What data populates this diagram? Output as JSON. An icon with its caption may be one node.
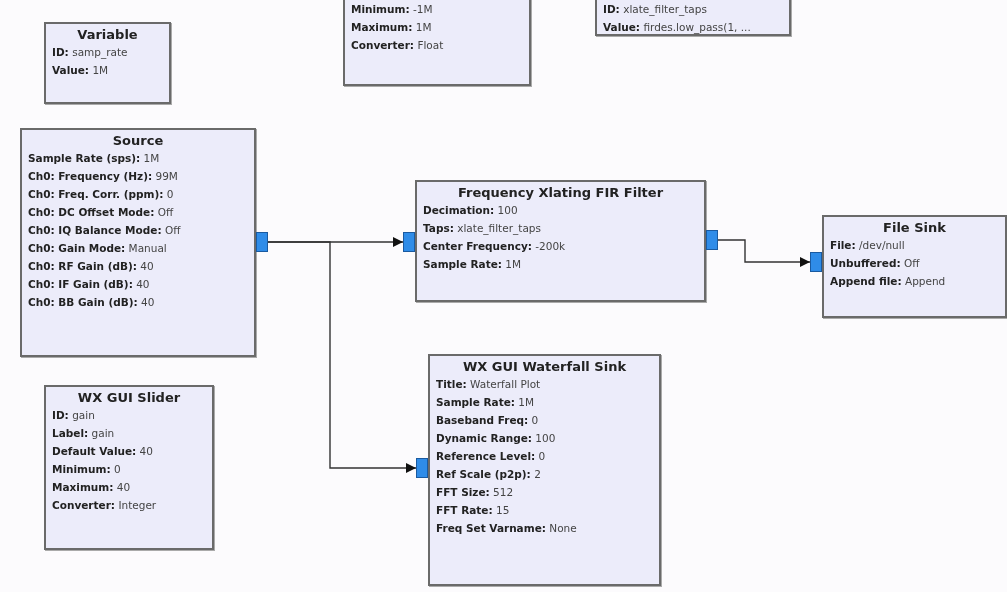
{
  "diagram": {
    "nodes": [
      {
        "text": [
          "Variable",
          "**ID:** samp_rate",
          "**Value:** 1M"
        ]
      },
      {
        "text": [
          "**Minimum:** -1M",
          "**Maximum:** 1M",
          "**Converter:** Float"
        ]
      },
      {
        "text": [
          "**ID:** xlate_filter_taps",
          "**Value:** firdes.low_pass(1, ..."
        ]
      },
      {
        "text": [
          "Source",
          "**Sample Rate (sps):** 1M",
          "**Ch0: Frequency (Hz):** 99M",
          "**Ch0: Freq. Corr. (ppm):** 0",
          "**Ch0: DC Offset Mode:** Off",
          "**Ch0: IQ Balance Mode:** Off",
          "**Ch0: Gain Mode:** Manual",
          "**Ch0: RF Gain (dB):** 40",
          "**Ch0: IF Gain (dB):** 40",
          "**Ch0: BB Gain (dB):** 40"
        ]
      },
      {
        "text": [
          "Frequency Xlating FIR Filter",
          "**Decimation:** 100",
          "**Taps:** xlate_filter_taps",
          "**Center Frequency:** -200k",
          "**Sample Rate:** 1M"
        ]
      },
      {
        "text": [
          "File Sink",
          "**File:** /dev/null",
          "**Unbuffered:** Off",
          "**Append file:** Append"
        ]
      },
      {
        "text": [
          "WX GUI Slider",
          "**ID:** gain",
          "**Label:** gain",
          "**Default Value:** 40",
          "**Minimum:** 0",
          "**Maximum:** 40",
          "**Converter:** Integer"
        ]
      },
      {
        "text": [
          "WX GUI Waterfall Sink",
          "**Title:** Waterfall Plot",
          "**Sample Rate:** 1M",
          "**Baseband Freq:** 0",
          "**Dynamic Range:** 100",
          "**Reference Level:** 0",
          "**Ref Scale (p2p):** 2",
          "**FFT Size:** 512",
          "**FFT Rate:** 15",
          "**Freq Set Varname:** None"
        ]
      }
    ],
    "edges": [
      {
        "from": 3,
        "to": 4,
        "arrow": "to"
      },
      {
        "from": 3,
        "to": 7,
        "arrow": "to"
      },
      {
        "from": 4,
        "to": 5,
        "arrow": "to"
      }
    ]
  }
}
